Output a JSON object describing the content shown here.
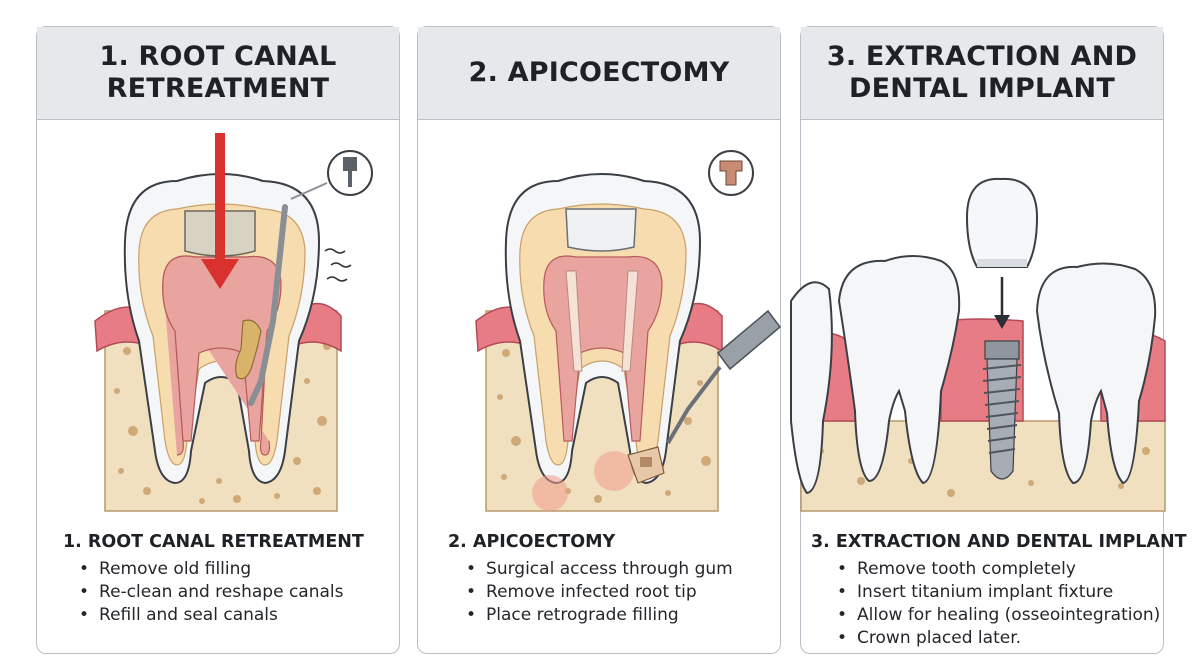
{
  "panels": [
    {
      "title": "1. ROOT CANAL\nRETREATMENT",
      "caption_title": "1. ROOT CANAL RETREATMENT",
      "bullets": [
        "Remove old filling",
        "Re-clean and reshape canals",
        "Refill and seal canals"
      ],
      "icons": [
        "tooth-cross-section-icon",
        "down-arrow-icon",
        "dental-file-icon",
        "file-tip-inset-icon"
      ]
    },
    {
      "title": "2. APICOECTOMY",
      "caption_title": "2. APICOECTOMY",
      "bullets": [
        "Surgical access through gum",
        "Remove infected root tip",
        "Place retrograde filling"
      ],
      "icons": [
        "tooth-cross-section-icon",
        "surgical-instrument-icon",
        "root-tip-inset-icon",
        "infection-glow-icon"
      ]
    },
    {
      "title": "3. EXTRACTION AND\nDENTAL IMPLANT",
      "caption_title": "3. EXTRACTION AND DENTAL IMPLANT",
      "bullets": [
        "Remove tooth completely",
        "Insert titanium implant fixture",
        "Allow for healing (osseointegration)",
        "Crown placed later."
      ],
      "icons": [
        "crown-icon",
        "down-arrow-icon",
        "implant-screw-icon",
        "neighbor-tooth-icon"
      ]
    }
  ],
  "colors": {
    "header_bg": "#e6e8eb",
    "border": "#b9bfc6",
    "enamel": "#f4f6f8",
    "dentin": "#f6dcae",
    "pulp": "#e9a4a0",
    "gum": "#e87c84",
    "bone": "#f0e0c0",
    "arrow_red": "#d8312e"
  }
}
